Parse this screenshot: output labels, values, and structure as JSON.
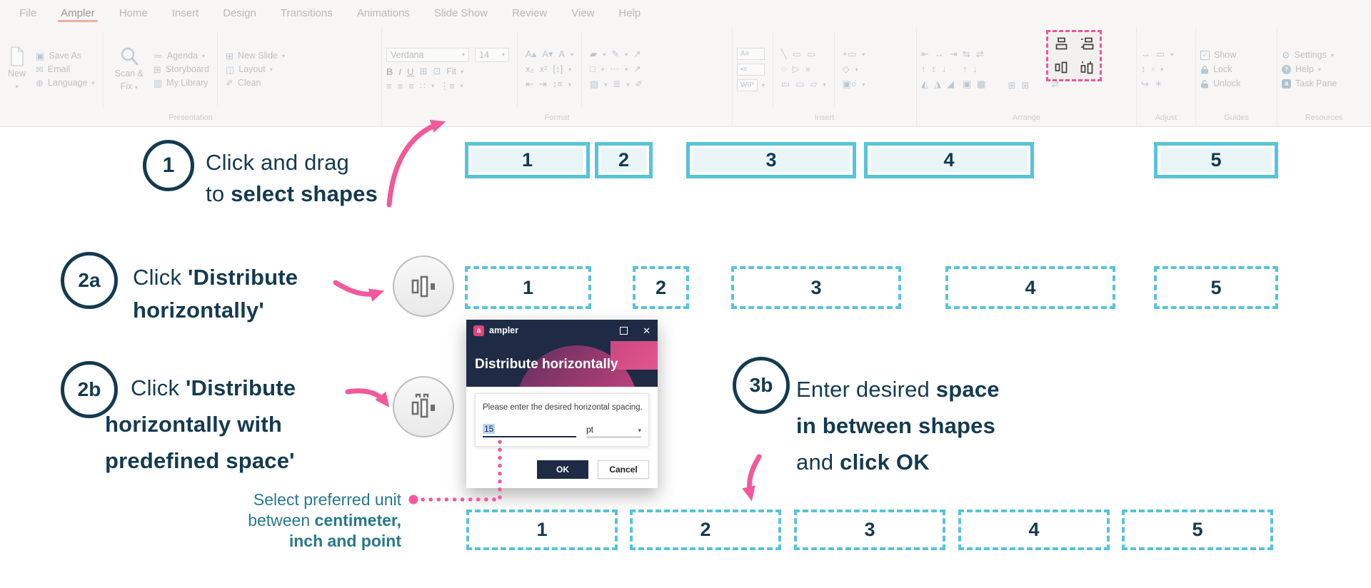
{
  "colors": {
    "navy": "#143A50",
    "pink": "#F2599B",
    "teal_border": "#57C4D9",
    "teal_fill": "#E9F5F7",
    "note_teal": "#26798C",
    "dialog_navy": "#1F2B45",
    "dialog_pink": "#E0457B",
    "highlight_pink": "#F0549B",
    "tab_underline": "#E8826C"
  },
  "tabs": [
    "File",
    "Ampler",
    "Home",
    "Insert",
    "Design",
    "Transitions",
    "Animations",
    "Slide Show",
    "Review",
    "View",
    "Help"
  ],
  "active_tab": "Ampler",
  "ribbon": {
    "presentation": {
      "label": "Presentation",
      "new": "New",
      "save_as": "Save As",
      "email": "Email",
      "language": "Language",
      "scan1": "Scan &",
      "scan2": "Fix",
      "agenda": "Agenda",
      "storyboard": "Storyboard",
      "my_library": "My Library",
      "new_slide": "New Slide",
      "layout": "Layout",
      "clean": "Clean"
    },
    "format": {
      "label": "Format",
      "font_name": "Verdana",
      "font_size": "14",
      "bold": "B",
      "italic": "I",
      "underline": "U",
      "fit": "Fit",
      "sub": "x₂",
      "sup": "x²"
    },
    "insert": {
      "label": "Insert",
      "wip": "WIP"
    },
    "arrange": {
      "label": "Arrange"
    },
    "adjust": {
      "label": "Adjust"
    },
    "guides": {
      "label": "Guides",
      "show": "Show",
      "lock": "Lock",
      "unlock": "Unlock",
      "check": "✓"
    },
    "resources": {
      "label": "Resources",
      "settings": "Settings",
      "help": "Help",
      "help_q": "?",
      "task_pane": "Task Pane",
      "logo": "a"
    },
    "icons": {
      "caret": "▾",
      "save_as": "▣",
      "email": "✉",
      "language": "⊕",
      "agenda": "≔",
      "storyboard": "⊞",
      "my_library": "▥",
      "new_slide": "⊞",
      "layout": "◫",
      "clean": "✐",
      "settings": "⚙",
      "table": "⊞",
      "fit_icon": "⊡",
      "close": "✕"
    },
    "fmt_r1b": [
      {
        "n": "grow-font-icon",
        "g": "A▴"
      },
      {
        "n": "shrink-font-icon",
        "g": "A▾"
      },
      {
        "n": "font-color-icon",
        "g": "A"
      },
      {
        "n": "caret-icon",
        "g": "▾"
      }
    ],
    "fmt_r1c": [
      {
        "n": "fill-color-icon",
        "g": "▰"
      },
      {
        "n": "caret-icon",
        "g": "▾"
      },
      {
        "n": "outline-pen-icon",
        "g": "✎"
      },
      {
        "n": "caret-icon",
        "g": "▾"
      },
      {
        "n": "eyedropper-icon",
        "g": "↗"
      }
    ],
    "fmt_r2b": [
      {
        "n": "resize-placeholder-icon",
        "g": "[↕]"
      },
      {
        "n": "caret-icon",
        "g": "▾"
      }
    ],
    "fmt_r2c": [
      {
        "n": "shape-fill-icon",
        "g": "□"
      },
      {
        "n": "caret-icon",
        "g": "▾"
      },
      {
        "n": "dash-style-icon",
        "g": "⋯"
      },
      {
        "n": "caret-icon",
        "g": "▾"
      },
      {
        "n": "eyedropper2-icon",
        "g": "↗"
      }
    ],
    "fmt_r3a": [
      {
        "n": "align-left-icon",
        "g": "≡"
      },
      {
        "n": "align-center-icon",
        "g": "≡"
      },
      {
        "n": "align-right-icon",
        "g": "≡"
      },
      {
        "n": "bullets-icon",
        "g": "∷"
      },
      {
        "n": "caret-icon",
        "g": "▾"
      },
      {
        "n": "numbering-icon",
        "g": "⋮≡"
      },
      {
        "n": "caret-icon",
        "g": "▾"
      }
    ],
    "fmt_r3b": [
      {
        "n": "decrease-indent-icon",
        "g": "⇤"
      },
      {
        "n": "increase-indent-icon",
        "g": "⇥"
      },
      {
        "n": "line-spacing-icon",
        "g": "↕≡"
      },
      {
        "n": "caret-icon",
        "g": "▾"
      }
    ],
    "fmt_r3c": [
      {
        "n": "gradient-icon",
        "g": "▨"
      },
      {
        "n": "caret-icon",
        "g": "▾"
      },
      {
        "n": "line-weight-icon",
        "g": "≣"
      },
      {
        "n": "caret-icon",
        "g": "▾"
      },
      {
        "n": "format-painter-icon",
        "g": "✐"
      }
    ],
    "ins_shapes_r1": [
      {
        "n": "line-icon",
        "g": "╲"
      },
      {
        "n": "rectangle-icon",
        "g": "▭"
      },
      {
        "n": "rounded-rectangle-icon",
        "g": "▭"
      }
    ],
    "ins_shapes_r2": [
      {
        "n": "oval-icon",
        "g": "○"
      },
      {
        "n": "pentagon-icon",
        "g": "▷"
      },
      {
        "n": "chevron-icon",
        "g": "»"
      }
    ],
    "ins_shapes_r3": [
      {
        "n": "callout-icon",
        "g": "▭"
      },
      {
        "n": "callout-line-icon",
        "g": "▭"
      },
      {
        "n": "freeform-icon",
        "g": "▱"
      },
      {
        "n": "caret-icon",
        "g": "▾"
      }
    ],
    "ins_c3_r1": [
      {
        "n": "add-comment-icon",
        "g": "+▭"
      },
      {
        "n": "caret-icon",
        "g": "▾"
      }
    ],
    "ins_c3_r2": [
      {
        "n": "merge-shapes-icon",
        "g": "◇"
      },
      {
        "n": "caret-icon",
        "g": "▾"
      }
    ],
    "ins_c3_r3": [
      {
        "n": "shape-behind-icon",
        "g": "▣○"
      },
      {
        "n": "caret-icon",
        "g": "▾"
      }
    ],
    "arr_c1_r1": [
      {
        "n": "align-left-edge-icon",
        "g": "⇤"
      },
      {
        "n": "align-center-h-icon",
        "g": "↔"
      },
      {
        "n": "align-right-edge-icon",
        "g": "⇥"
      }
    ],
    "arr_c1_r2": [
      {
        "n": "align-top-icon",
        "g": "↑"
      },
      {
        "n": "align-middle-icon",
        "g": "↕"
      },
      {
        "n": "align-bottom-icon",
        "g": "↓"
      }
    ],
    "arr_c1_r3": [
      {
        "n": "rotate-icon",
        "g": "◭"
      },
      {
        "n": "flip-horizontal-icon",
        "g": "◮"
      },
      {
        "n": "flip-vertical-icon",
        "g": "◢"
      }
    ],
    "arr_c2_r1": [
      {
        "n": "swap-position-icon",
        "g": "⇆"
      },
      {
        "n": "swap-size-icon",
        "g": "⇄"
      }
    ],
    "arr_c2_r2": [
      {
        "n": "move-up-icon",
        "g": "↑"
      },
      {
        "n": "move-down-icon",
        "g": "↓"
      }
    ],
    "arr_c2_r3": [
      {
        "n": "bring-forward-icon",
        "g": "▣"
      },
      {
        "n": "send-backward-icon",
        "g": "▩"
      }
    ],
    "arr_dist_r3": [
      {
        "n": "distribute-table-cols-icon",
        "g": "⊞"
      },
      {
        "n": "distribute-table-rows-icon",
        "g": "⊞"
      }
    ],
    "arr_c4_r1": [
      {
        "n": "group-icon",
        "g": "⊡"
      }
    ],
    "arr_c4_r2": [
      {
        "n": "resize-handles-icon",
        "g": "⊡"
      }
    ],
    "arr_c4_r3": [
      {
        "n": "swap-shapes-icon",
        "g": "⇄"
      }
    ],
    "adj_r1": [
      {
        "n": "stretch-width-icon",
        "g": "↔"
      },
      {
        "n": "stretch-right-icon",
        "g": "▭"
      },
      {
        "n": "caret-icon",
        "g": "▾"
      }
    ],
    "adj_r2": [
      {
        "n": "stretch-height-icon",
        "g": "↕"
      },
      {
        "n": "snap-icon",
        "g": "▫"
      },
      {
        "n": "caret-icon",
        "g": "▾"
      }
    ],
    "adj_r3": [
      {
        "n": "curve-connector-icon",
        "g": "↪"
      },
      {
        "n": "magic-fix-icon",
        "g": "✳"
      }
    ]
  },
  "steps": {
    "s1": {
      "num": "1",
      "l1": "Click and drag",
      "l2_pre": "to ",
      "l2_b": "select shapes"
    },
    "s2a": {
      "num": "2a",
      "l1_pre": "Click ",
      "l1_b": "'Distribute",
      "l2_b": "horizontally'"
    },
    "s2b": {
      "num": "2b",
      "l1_pre": "Click ",
      "l1_b": "'Distribute",
      "l2_b": "horizontally with",
      "l3_b": "predefined space'"
    },
    "s3b": {
      "num": "3b",
      "l1_pre": "Enter desired ",
      "l1_b": "space",
      "l2_b": "in between shapes",
      "l3_pre": "and ",
      "l3_b": "click OK"
    }
  },
  "note": {
    "l1": "Select preferred unit",
    "l2_pre": "between ",
    "l2_b": "centimeter,",
    "l3_b": "inch and point"
  },
  "dialog": {
    "app_name": "ampler",
    "logo_letter": "a",
    "close_icon": "✕",
    "title": "Distribute horizontally",
    "prompt": "Please enter the desired horizontal spacing.",
    "spacing_value": "15",
    "unit": "pt",
    "unit_caret": "▾",
    "ok_label": "OK",
    "cancel_label": "Cancel"
  },
  "boxes": {
    "row1": [
      "1",
      "2",
      "3",
      "4",
      "5"
    ],
    "row2": [
      "1",
      "2",
      "3",
      "4",
      "5"
    ],
    "row3": [
      "1",
      "2",
      "3",
      "4",
      "5"
    ]
  }
}
